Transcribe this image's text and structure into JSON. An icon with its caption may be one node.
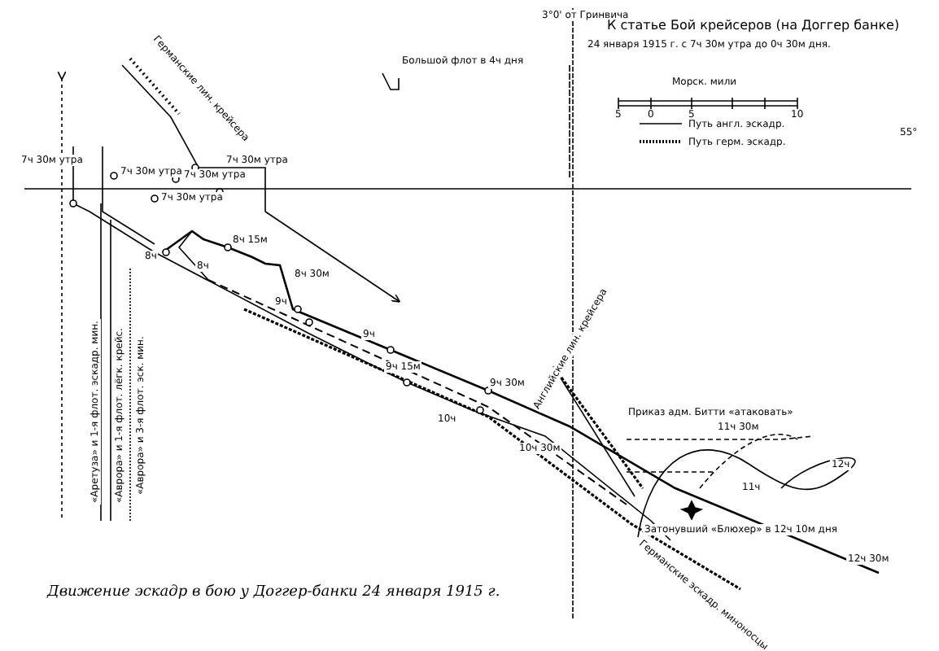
{
  "diagram": {
    "title": "К статье Бой крейсеров (на Доггер банке)",
    "caption": "Движение эскадр в бою у Доггер-банки 24 января 1915 г.",
    "labels": [
      "3°0' от Гринвича",
      "24 января 1915 г. с 7ч 30м утра до 0ч 30м дня.",
      "Большой флот в 4ч дня",
      "Морск. мили",
      "5",
      "0",
      "5",
      "10",
      "55°",
      "Германские лин. крейсера",
      "7ч 30м утра",
      "7ч 30м утра",
      "7ч 30м утра",
      "7ч 30м утра",
      "7ч 30м утра",
      "8ч",
      "8ч 15м",
      "8ч",
      "8ч 30м",
      "9ч",
      "9ч",
      "9ч 15м",
      "9ч 30м",
      "10ч",
      "10ч 30м",
      "«Аретуза» и 1-я флот. эскадр. мин.",
      "«Аврора» и 1-я флот. лёгк. крейс.",
      "«Аврора» и 3-я флот. эск. мин.",
      "Английские лин. крейсера",
      "Приказ адм. Битти «атаковать»",
      "11ч",
      "11ч 30м",
      "12ч",
      "Затонувший «Блюхер» в 12ч 10м дня",
      "Германские эскадр. миноносцы",
      "12ч 30м"
    ],
    "legend": [
      {
        "text": "Путь англ. эскадр."
      },
      {
        "text": "Путь герм. эскадр."
      }
    ]
  }
}
